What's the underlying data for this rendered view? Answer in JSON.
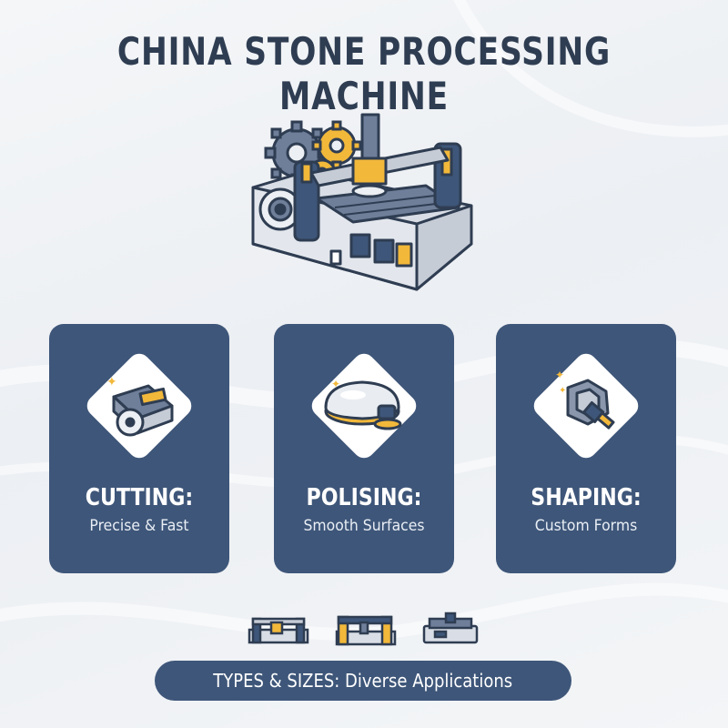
{
  "title": "CHINA STONE PROCESSING MACHINE",
  "colors": {
    "navy": "#3e5679",
    "dark": "#2f3d52",
    "accent": "#f2b83a",
    "steel": "#6f7f99",
    "light": "#d9dee6"
  },
  "hero_icon": "stone-processing-machine-icon",
  "cards": [
    {
      "icon": "saw-blade-icon",
      "title": "CUTTING:",
      "subtitle": "Precise & Fast"
    },
    {
      "icon": "polisher-icon",
      "title": "POLISING:",
      "subtitle": "Smooth Surfaces"
    },
    {
      "icon": "hammer-stone-icon",
      "title": "SHAPING:",
      "subtitle": "Custom Forms"
    }
  ],
  "types_icons": [
    "bridge-saw-icon",
    "gantry-machine-icon",
    "cnc-router-icon"
  ],
  "types_label": "TYPES & SIZES: Diverse Applications"
}
